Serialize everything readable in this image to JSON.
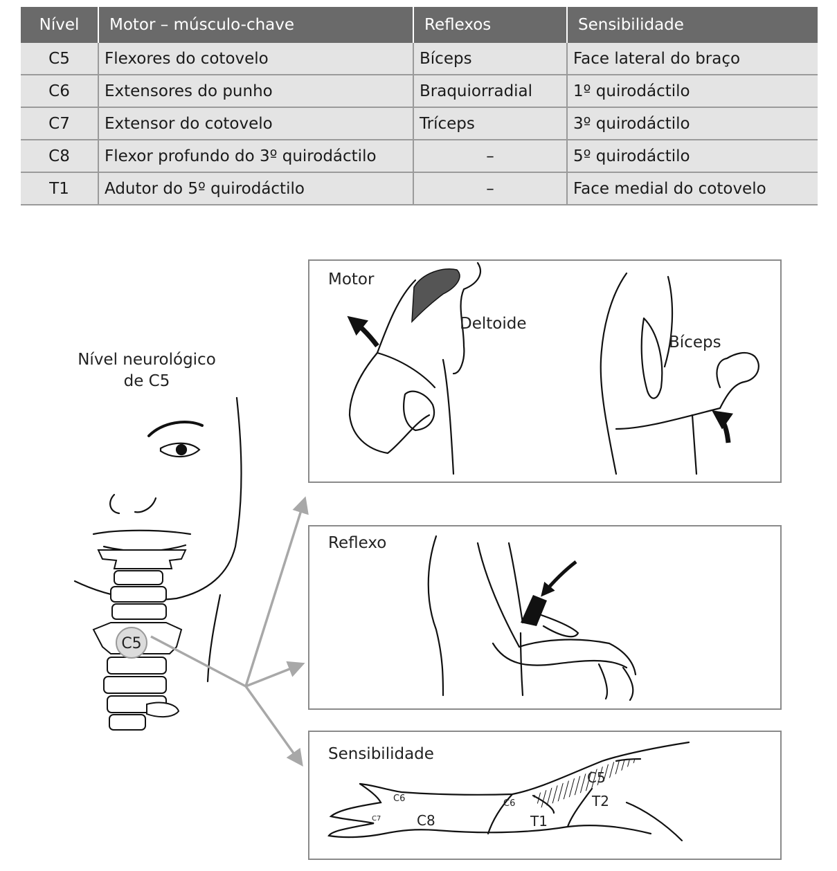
{
  "table": {
    "headers": [
      "Nível",
      "Motor – músculo-chave",
      "Reflexos",
      "Sensibilidade"
    ],
    "rows": [
      {
        "nivel": "C5",
        "motor": "Flexores do cotovelo",
        "reflexo": "Bíceps",
        "sens": "Face lateral do braço"
      },
      {
        "nivel": "C6",
        "motor": "Extensores do punho",
        "reflexo": "Braquiorradial",
        "sens": "1º quirodáctilo"
      },
      {
        "nivel": "C7",
        "motor": "Extensor do cotovelo",
        "reflexo": "Tríceps",
        "sens": "3º quirodáctilo"
      },
      {
        "nivel": "C8",
        "motor": "Flexor profundo do 3º quirodáctilo",
        "reflexo": "–",
        "sens": "5º quirodáctilo"
      },
      {
        "nivel": "T1",
        "motor": "Adutor do 5º quirodáctilo",
        "reflexo": "–",
        "sens": "Face medial do cotovelo"
      }
    ]
  },
  "diagram": {
    "level_title_line1": "Nível neurológico",
    "level_title_line2": "de C5",
    "vertebra_label": "C5",
    "panels": {
      "motor": {
        "title": "Motor",
        "label_deltoid": "Deltoide",
        "label_biceps": "Bíceps"
      },
      "reflex": {
        "title": "Reflexo"
      },
      "sensory": {
        "title": "Sensibilidade",
        "dermatomes": [
          "C5",
          "T2",
          "T1",
          "C6",
          "C6",
          "C7",
          "C8"
        ]
      }
    },
    "colors": {
      "header_bg": "#6a6a6a",
      "row_shade": "#e4e4e4",
      "arrow": "#a8a8a8",
      "ink": "#1a1a1a"
    }
  }
}
